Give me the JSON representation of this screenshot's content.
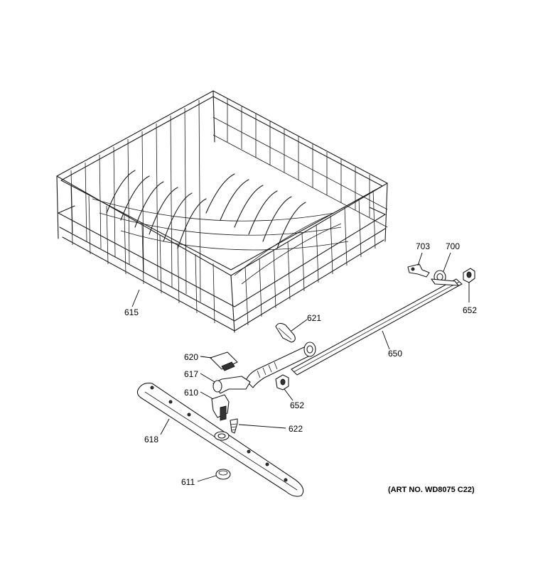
{
  "parts": {
    "p615": "615",
    "p621": "621",
    "p650": "650",
    "p652a": "652",
    "p652b": "652",
    "p700": "700",
    "p703": "703",
    "p620": "620",
    "p617": "617",
    "p610": "610",
    "p618": "618",
    "p622": "622",
    "p611": "611"
  },
  "art_number": "(ART NO. WD8075 C22)",
  "colors": {
    "line": "#1a1a1a",
    "background": "#ffffff"
  }
}
